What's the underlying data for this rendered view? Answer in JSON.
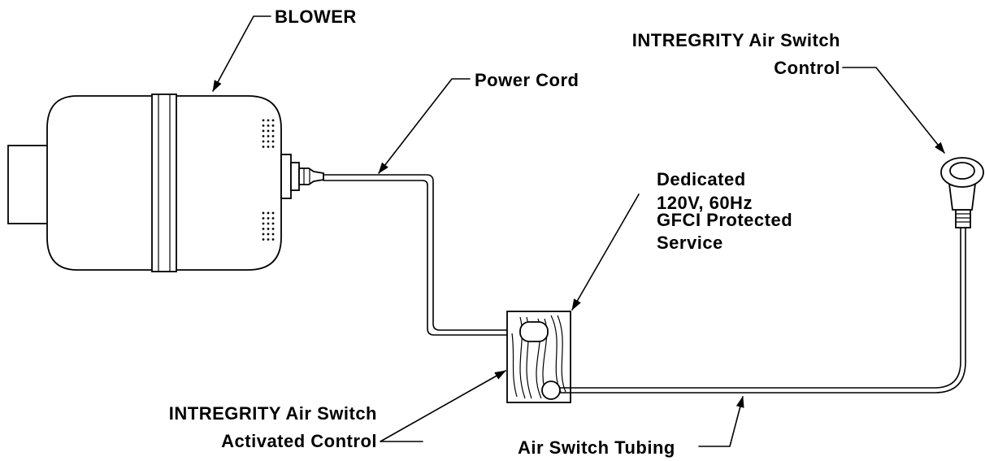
{
  "labels": {
    "blower": "BLOWER",
    "power_cord": "Power Cord",
    "switch_control": [
      "INTREGRITY Air Switch",
      "Control"
    ],
    "service": [
      "Dedicated",
      "120V, 60Hz",
      "GFCI Protected",
      "Service"
    ],
    "activated_control": [
      "INTREGRITY Air Switch",
      "Activated Control"
    ],
    "tubing": "Air Switch Tubing"
  }
}
